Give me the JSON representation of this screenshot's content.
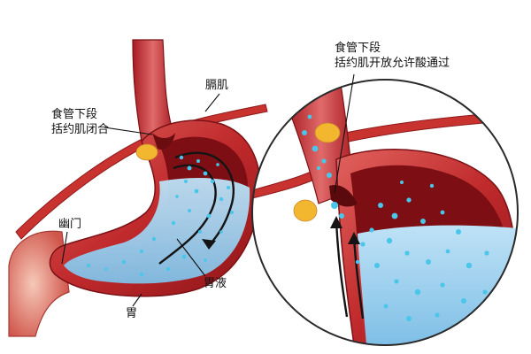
{
  "labels": {
    "diaphragm": "膈肌",
    "les_closed_line1": "食管下段",
    "les_closed_line2": "括约肌闭合",
    "pylorus": "幽门",
    "gastric_juice": "胃液",
    "stomach": "胃",
    "les_open_line1": "食管下段",
    "les_open_line2": "括约肌开放允许酸通过"
  },
  "colors": {
    "stomach_wall": "#b51e24",
    "stomach_inner": "#7d0f14",
    "gastric_juice": "#8cc8ec",
    "acid_droplet": "#49c6ea",
    "fat": "#f2b62f",
    "leader_line": "#111111"
  }
}
